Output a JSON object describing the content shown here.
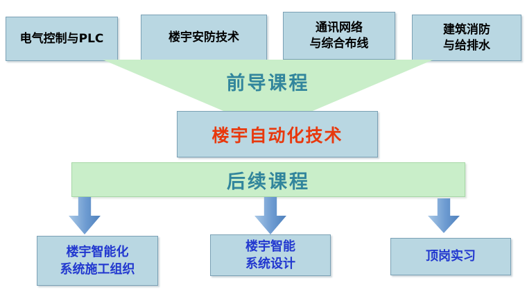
{
  "diagram": {
    "top_courses": [
      {
        "label": "电气控制与PLC"
      },
      {
        "label": "楼宇安防技术"
      },
      {
        "label": "通讯网络\n与综合布线"
      },
      {
        "label": "建筑消防\n与给排水"
      }
    ],
    "funnel_label": "前导课程",
    "center_course": "楼宇自动化技术",
    "bar_label": "后续课程",
    "bottom_courses": [
      {
        "label": "楼宇智能化\n系统施工组织"
      },
      {
        "label": "楼宇智能\n系统设计"
      },
      {
        "label": "顶岗实习"
      }
    ],
    "colors": {
      "box_fill": "#b9d7e2",
      "green_fill": "#c9eec9",
      "teal_text": "#31859c",
      "red_text": "#e8380d",
      "blue_text": "#2238cf",
      "arrow_fill": "#4f81bd"
    }
  }
}
